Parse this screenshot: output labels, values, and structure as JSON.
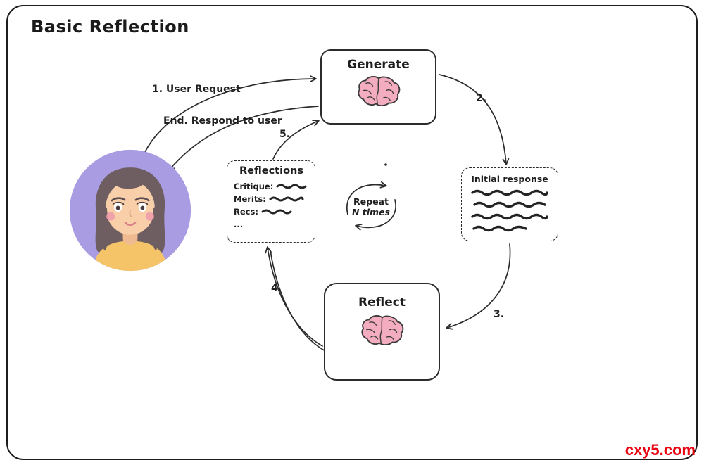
{
  "title": "Basic Reflection",
  "nodes": {
    "generate": {
      "label": "Generate",
      "icon": "brain-icon"
    },
    "initial_response": {
      "label": "Initial response",
      "content": "four handwritten squiggle lines"
    },
    "reflect": {
      "label": "Reflect",
      "icon": "brain-icon"
    },
    "reflections": {
      "label": "Reflections",
      "fields": [
        "Critique:",
        "Merits:",
        "Recs:",
        "..."
      ]
    }
  },
  "edges": {
    "user_request": "1. User Request",
    "respond_to_user": "End. Respond to user",
    "step2": "2.",
    "step3": "3.",
    "step4": "4.",
    "step5": "5."
  },
  "loop": {
    "line1": "Repeat",
    "line2": "N times"
  },
  "watermark": "cxy5.com",
  "avatar": {
    "name": "user-avatar",
    "description": "woman with brown hair, yellow top, purple circle background"
  },
  "colors": {
    "ink": "#2b2b2b",
    "brain_pink": "#f4adc0",
    "avatar_background": "#a99ce3",
    "avatar_hair": "#6e5e62",
    "avatar_skin": "#f8cfa8",
    "avatar_shirt": "#f6c468",
    "watermark_red": "#e80310"
  }
}
